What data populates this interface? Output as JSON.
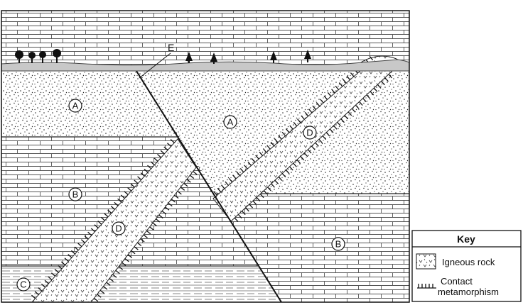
{
  "labels": {
    "fault": "E",
    "layer_a": "A",
    "layer_b": "B",
    "layer_c": "C",
    "intrusion_d": "D"
  },
  "key": {
    "title": "Key",
    "igneous": "Igneous rock",
    "contact_line1": "Contact",
    "contact_line2": "metamorphism"
  }
}
